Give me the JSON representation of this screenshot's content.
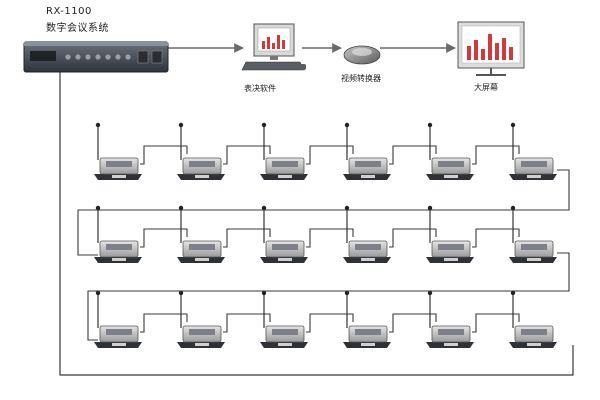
{
  "header": {
    "model": "RX-1100",
    "system_name": "数字会议系统"
  },
  "captions": {
    "pc": "表决软件",
    "converter": "视频转换器",
    "screen": "大屏幕"
  },
  "units": {
    "rows": 3,
    "per_row": 6
  },
  "colors": {
    "line": "#3a3a3a",
    "arrow": "#6a6a6a",
    "host_body": "#4a4f58",
    "chart_bar": "#cf3a3a"
  }
}
